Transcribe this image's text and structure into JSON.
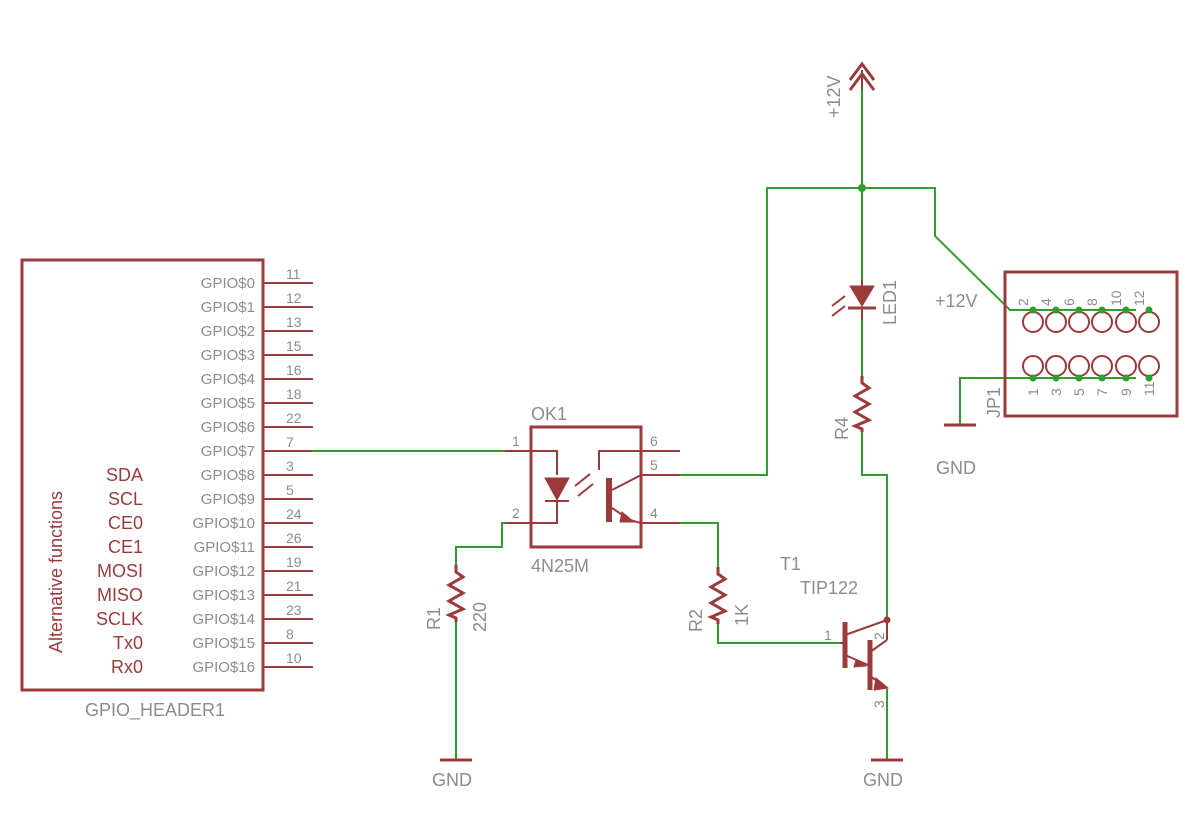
{
  "gpio_header": {
    "name": "GPIO_HEADER1",
    "alt_title": "Alternative functions",
    "pins": [
      {
        "label": "GPIO$0",
        "pin": "11",
        "alt": ""
      },
      {
        "label": "GPIO$1",
        "pin": "12",
        "alt": ""
      },
      {
        "label": "GPIO$2",
        "pin": "13",
        "alt": ""
      },
      {
        "label": "GPIO$3",
        "pin": "15",
        "alt": ""
      },
      {
        "label": "GPIO$4",
        "pin": "16",
        "alt": ""
      },
      {
        "label": "GPIO$5",
        "pin": "18",
        "alt": ""
      },
      {
        "label": "GPIO$6",
        "pin": "22",
        "alt": ""
      },
      {
        "label": "GPIO$7",
        "pin": "7",
        "alt": ""
      },
      {
        "label": "GPIO$8",
        "pin": "3",
        "alt": "SDA"
      },
      {
        "label": "GPIO$9",
        "pin": "5",
        "alt": "SCL"
      },
      {
        "label": "GPIO$10",
        "pin": "24",
        "alt": "CE0"
      },
      {
        "label": "GPIO$11",
        "pin": "26",
        "alt": "CE1"
      },
      {
        "label": "GPIO$12",
        "pin": "19",
        "alt": "MOSI"
      },
      {
        "label": "GPIO$13",
        "pin": "21",
        "alt": "MISO"
      },
      {
        "label": "GPIO$14",
        "pin": "23",
        "alt": "SCLK"
      },
      {
        "label": "GPIO$15",
        "pin": "8",
        "alt": "Tx0"
      },
      {
        "label": "GPIO$16",
        "pin": "10",
        "alt": "Rx0"
      }
    ]
  },
  "optocoupler": {
    "name": "OK1",
    "value": "4N25M",
    "pins": {
      "p1": "1",
      "p2": "2",
      "p4": "4",
      "p5": "5",
      "p6": "6"
    }
  },
  "r1": {
    "name": "R1",
    "value": "220"
  },
  "r2": {
    "name": "R2",
    "value": "1K"
  },
  "r4": {
    "name": "R4"
  },
  "led1": {
    "name": "LED1"
  },
  "transistor": {
    "name": "T1",
    "value": "TIP122",
    "pins": {
      "b": "1",
      "c": "2",
      "e": "3"
    }
  },
  "jp1": {
    "name": "JP1",
    "net_label": "+12V",
    "top_pins": [
      "2",
      "4",
      "6",
      "8",
      "10",
      "12"
    ],
    "bottom_pins": [
      "1",
      "3",
      "5",
      "7",
      "9",
      "11"
    ]
  },
  "supply": {
    "label": "+12V"
  },
  "grounds": {
    "gnd1": "GND",
    "gnd2": "GND",
    "gnd3": "GND"
  }
}
